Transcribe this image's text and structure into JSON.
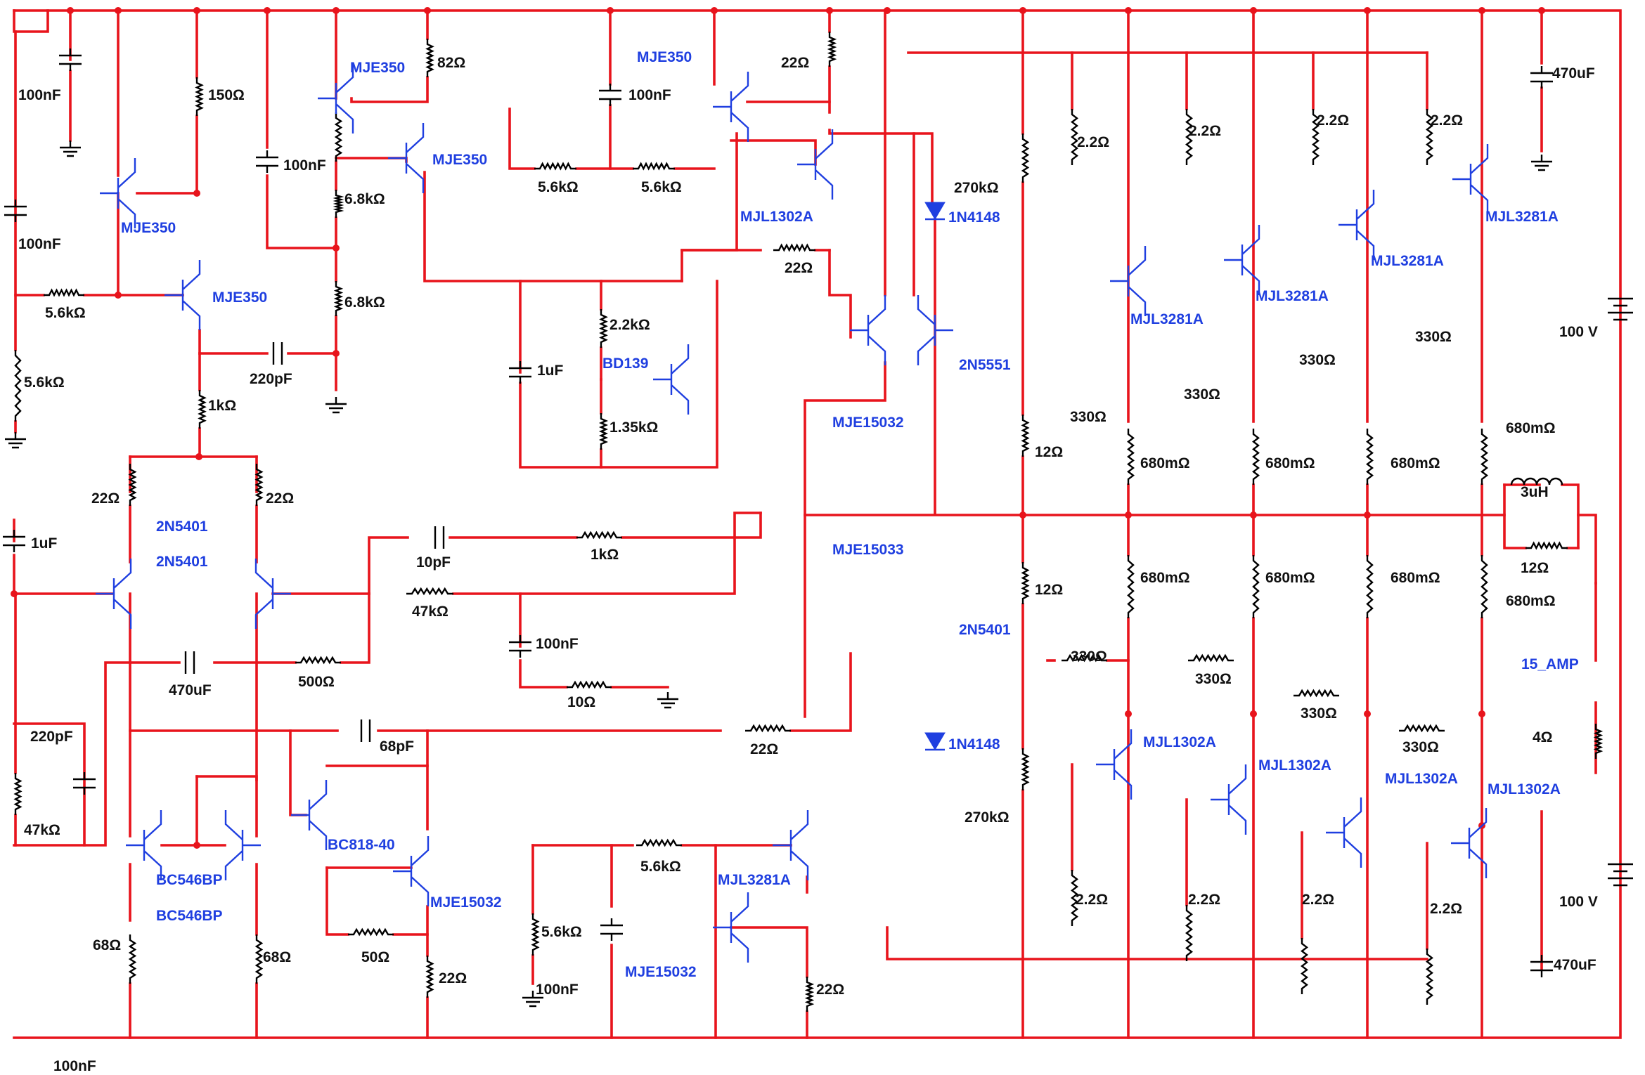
{
  "schematic": {
    "parts": [
      "MJE350",
      "MJE350",
      "MJE350",
      "MJE350",
      "MJE350",
      "MJL1302A",
      "2N5551",
      "BD139",
      "MJE15032",
      "MJE15033",
      "2N5401",
      "2N5401",
      "2N5401",
      "BC546BP",
      "BC546BP",
      "BC818-40",
      "MJE15032",
      "MJL3281A",
      "MJE15032",
      "MJL3281A",
      "MJL3281A",
      "MJL3281A",
      "MJL3281A",
      "MJL1302A",
      "MJL1302A",
      "MJL1302A",
      "MJL1302A",
      "1N4148",
      "1N4148",
      "15_AMP"
    ],
    "labels": [
      "100nF",
      "100nF",
      "5.6kΩ",
      "5.6kΩ",
      "150Ω",
      "1kΩ",
      "220pF",
      "100nF",
      "82Ω",
      "6.8kΩ",
      "6.8kΩ",
      "100nF",
      "5.6kΩ",
      "5.6kΩ",
      "22Ω",
      "22Ω",
      "1uF",
      "2.2kΩ",
      "1.35kΩ",
      "270kΩ",
      "12Ω",
      "12Ω",
      "270kΩ",
      "2.2Ω",
      "2.2Ω",
      "2.2Ω",
      "2.2Ω",
      "330Ω",
      "330Ω",
      "330Ω",
      "330Ω",
      "680mΩ",
      "680mΩ",
      "680mΩ",
      "680mΩ",
      "680mΩ",
      "680mΩ",
      "680mΩ",
      "680mΩ",
      "3uH",
      "12Ω",
      "4Ω",
      "470uF",
      "100 V",
      "100 V",
      "470uF",
      "22Ω",
      "22Ω",
      "1uF",
      "10pF",
      "1kΩ",
      "47kΩ",
      "100nF",
      "10Ω",
      "470uF",
      "500Ω",
      "68pF",
      "22Ω",
      "220pF",
      "47kΩ",
      "68Ω",
      "68Ω",
      "50Ω",
      "22Ω",
      "5.6kΩ",
      "5.6kΩ",
      "100nF",
      "22Ω",
      "100nF",
      "2.2Ω",
      "2.2Ω",
      "2.2Ω",
      "2.2Ω",
      "330Ω",
      "330Ω",
      "330Ω",
      "330Ω"
    ]
  }
}
